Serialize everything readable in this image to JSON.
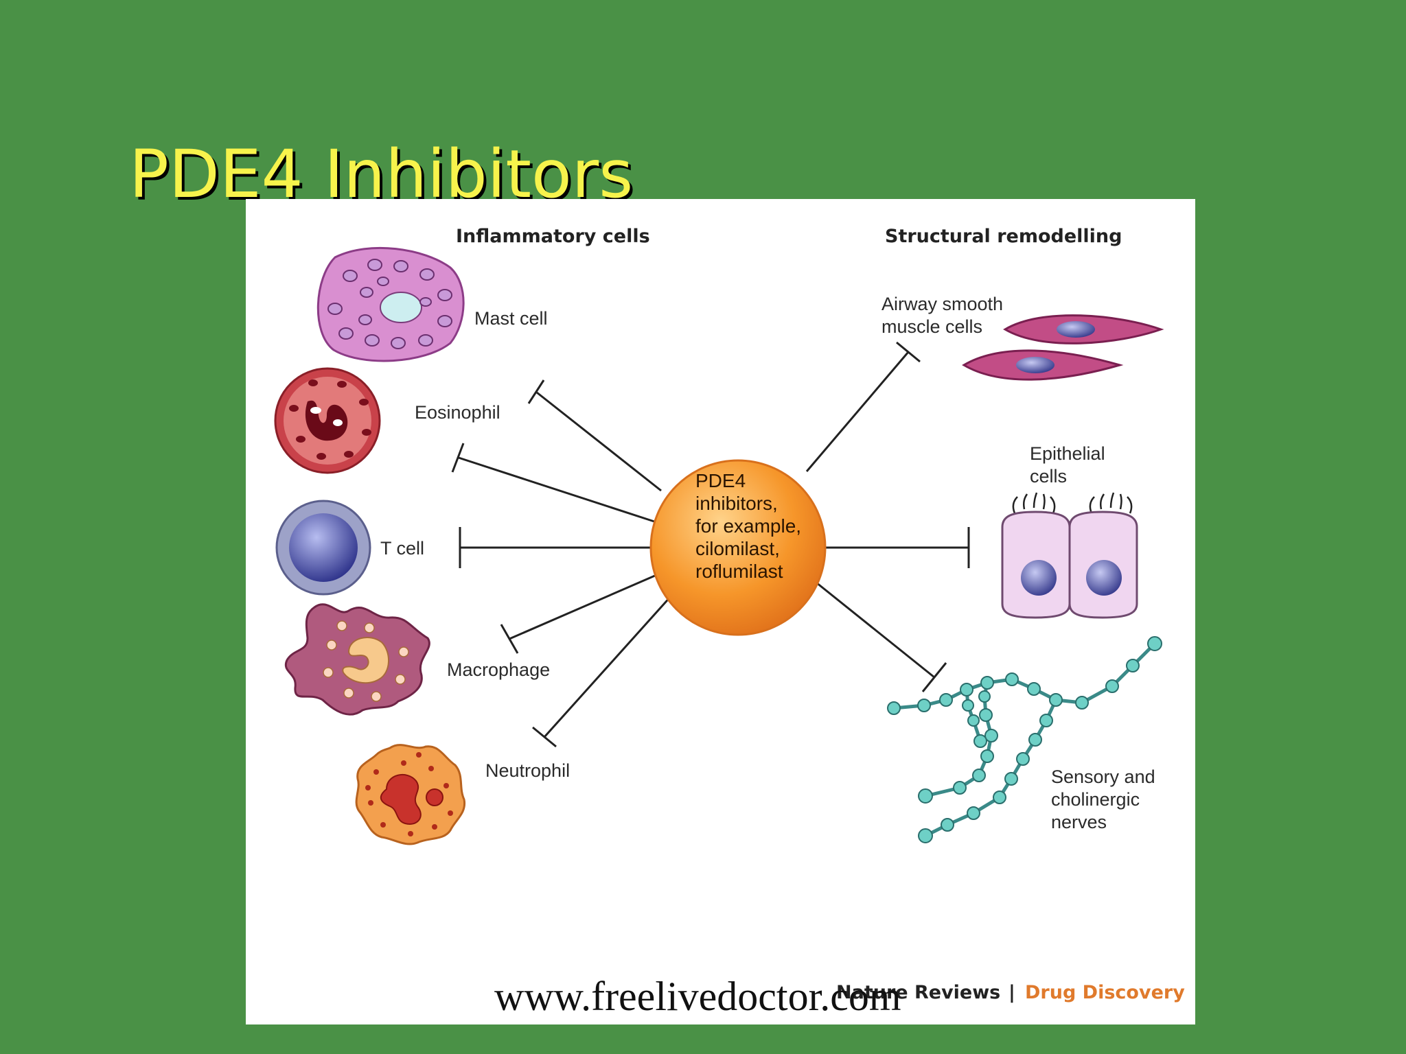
{
  "slide": {
    "title": "PDE4 Inhibitors",
    "background_color": "#4a9146",
    "title_color": "#f7f34c"
  },
  "diagram": {
    "left_header": "Inflammatory cells",
    "right_header": "Structural remodelling",
    "center_lines": [
      "PDE4",
      "inhibitors,",
      "for example,",
      "cilomilast,",
      "roflumilast"
    ],
    "center_color": "#f28a1e",
    "left_cells": [
      {
        "id": "mast-cell",
        "label_lines": [
          "Mast cell"
        ]
      },
      {
        "id": "eosinophil",
        "label_lines": [
          "Eosinophil"
        ]
      },
      {
        "id": "t-cell",
        "label_lines": [
          "T cell"
        ]
      },
      {
        "id": "macrophage",
        "label_lines": [
          "Macrophage"
        ]
      },
      {
        "id": "neutrophil",
        "label_lines": [
          "Neutrophil"
        ]
      }
    ],
    "right_cells": [
      {
        "id": "airway-smooth-muscle",
        "label_lines": [
          "Airway smooth",
          "muscle cells"
        ]
      },
      {
        "id": "epithelial",
        "label_lines": [
          "Epithelial",
          "cells"
        ]
      },
      {
        "id": "nerves",
        "label_lines": [
          "Sensory and",
          "cholinergic",
          "nerves"
        ]
      }
    ],
    "relation": "inhibits",
    "credit_journal": "Nature Reviews",
    "credit_separator": "|",
    "credit_section": "Drug Discovery"
  },
  "watermark": "www.freelivedoctor.com"
}
